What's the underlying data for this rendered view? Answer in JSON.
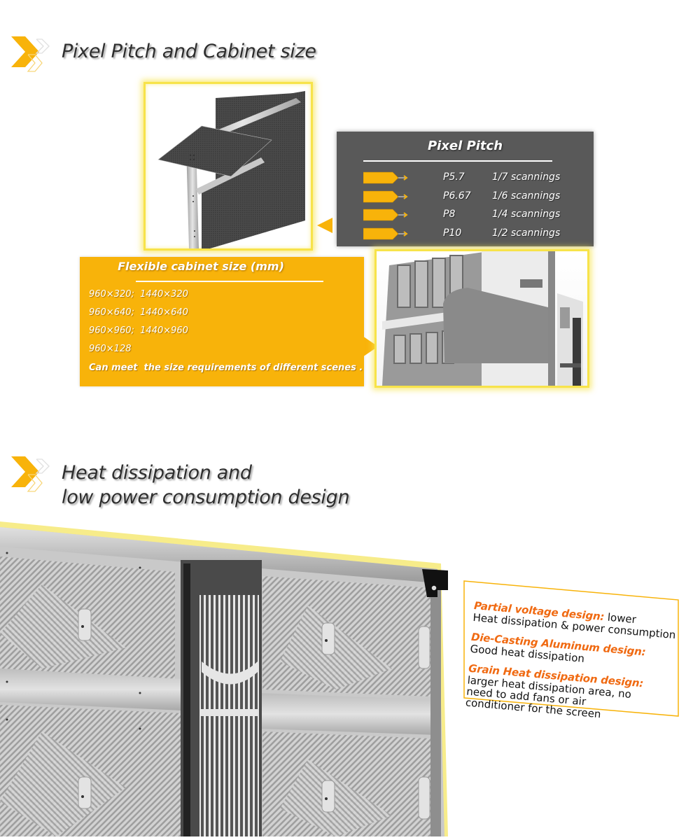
{
  "section1": {
    "title": "Pixel Pitch and Cabinet size",
    "icon": "double-chevron-right-icon",
    "pixel_pitch": {
      "title": "Pixel Pitch",
      "rows": [
        {
          "pitch": "P5.7",
          "scan": "1/7 scannings"
        },
        {
          "pitch": "P6.67",
          "scan": "1/6 scannings"
        },
        {
          "pitch": "P8",
          "scan": "1/4 scannings"
        },
        {
          "pitch": "P10",
          "scan": "1/2 scannings"
        }
      ]
    },
    "cabinet_size": {
      "title": "Flexible cabinet size  (mm)",
      "lines": [
        "960×320;  1440×320",
        "960×640;  1440×640",
        "960×960;  1440×960",
        "960×128"
      ],
      "note": "Can meet  the size requirements of different scenes ."
    },
    "images": {
      "cabinet": "led-cabinet-module-image",
      "building": "building-led-screen-image"
    }
  },
  "section2": {
    "title_line1": "Heat dissipation and",
    "title_line2": "low power consumption design",
    "icon": "double-chevron-right-icon",
    "features": [
      {
        "head": "Partial voltage design:",
        "head_tail": "  lower",
        "body": "Heat dissipation & power consumption"
      },
      {
        "head": "Die-Casting Aluminum design:",
        "head_tail": "",
        "body": "Good heat dissipation"
      },
      {
        "head": "Grain Heat dissipation design:",
        "head_tail": "",
        "body": "larger heat dissipation area, no need to add fans or air conditioner for the screen"
      }
    ],
    "image": "cabinet-back-heatsink-image"
  },
  "colors": {
    "accent_yellow": "#f8b30a",
    "glow_yellow": "#f7e34a",
    "panel_gray": "#595959",
    "feature_orange": "#f06a12",
    "title_gray": "#2e2e2e"
  }
}
